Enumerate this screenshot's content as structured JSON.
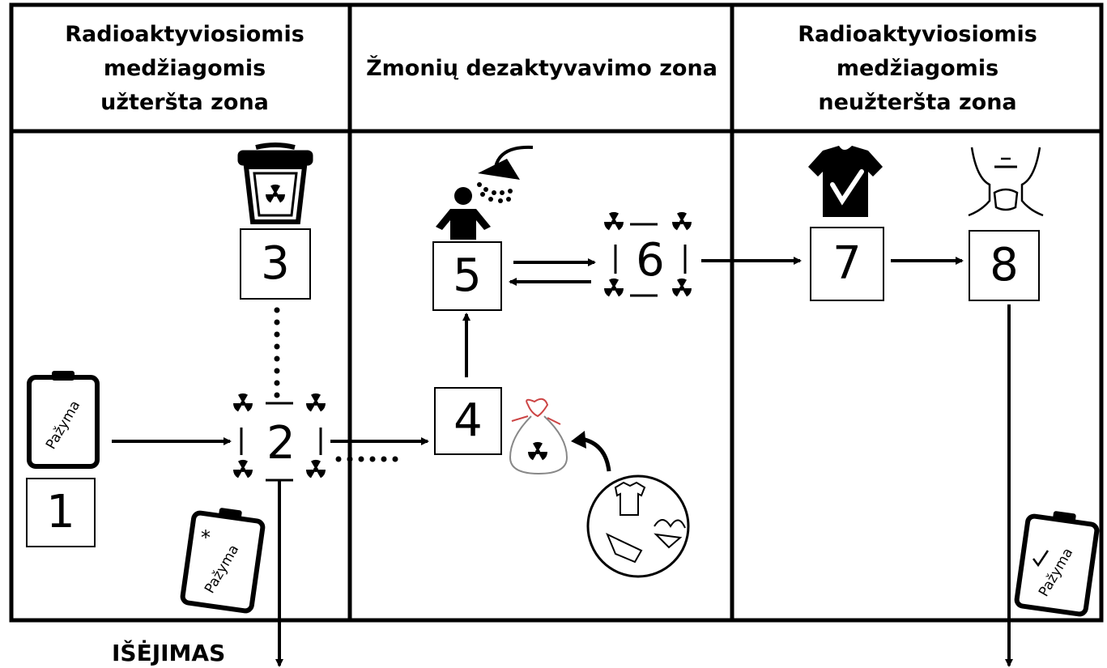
{
  "zones": [
    {
      "label": "Radioaktyviosiomis medžiagomis užteršta zona"
    },
    {
      "label": "Žmonių dezaktyvavimo zona"
    },
    {
      "label": "Radioaktyviosiomis medžiagomis neužteršta zona"
    }
  ],
  "steps": [
    "1",
    "2",
    "3",
    "4",
    "5",
    "6",
    "7",
    "8"
  ],
  "certificates": {
    "blank": "Pažyma",
    "asterisk": "Pažyma",
    "asterisk_mark": "*",
    "checked": "Pažyma"
  },
  "exit_label": "IŠĖJIMAS",
  "icons": [
    "clipboard-icon",
    "trash-bin-icon",
    "shower-icon",
    "person-icon",
    "radiation-icon",
    "plastic-bag-icon",
    "clothing-icon",
    "clean-tshirt-icon",
    "thyroid-neck-icon",
    "curved-arrow-icon"
  ]
}
